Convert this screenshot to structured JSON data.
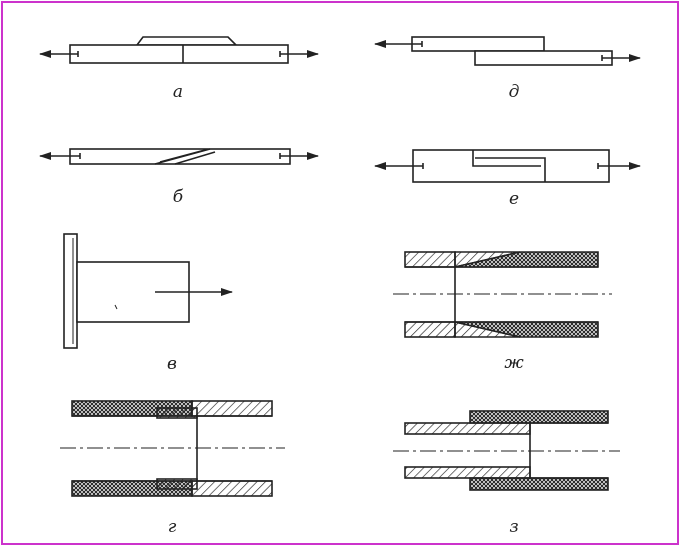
{
  "labels": {
    "a": "а",
    "b": "б",
    "v": "в",
    "g": "г",
    "d": "д",
    "e": "е",
    "zh": "ж",
    "z": "з"
  },
  "colors": {
    "border": "#cc33cc",
    "line": "#222222"
  }
}
